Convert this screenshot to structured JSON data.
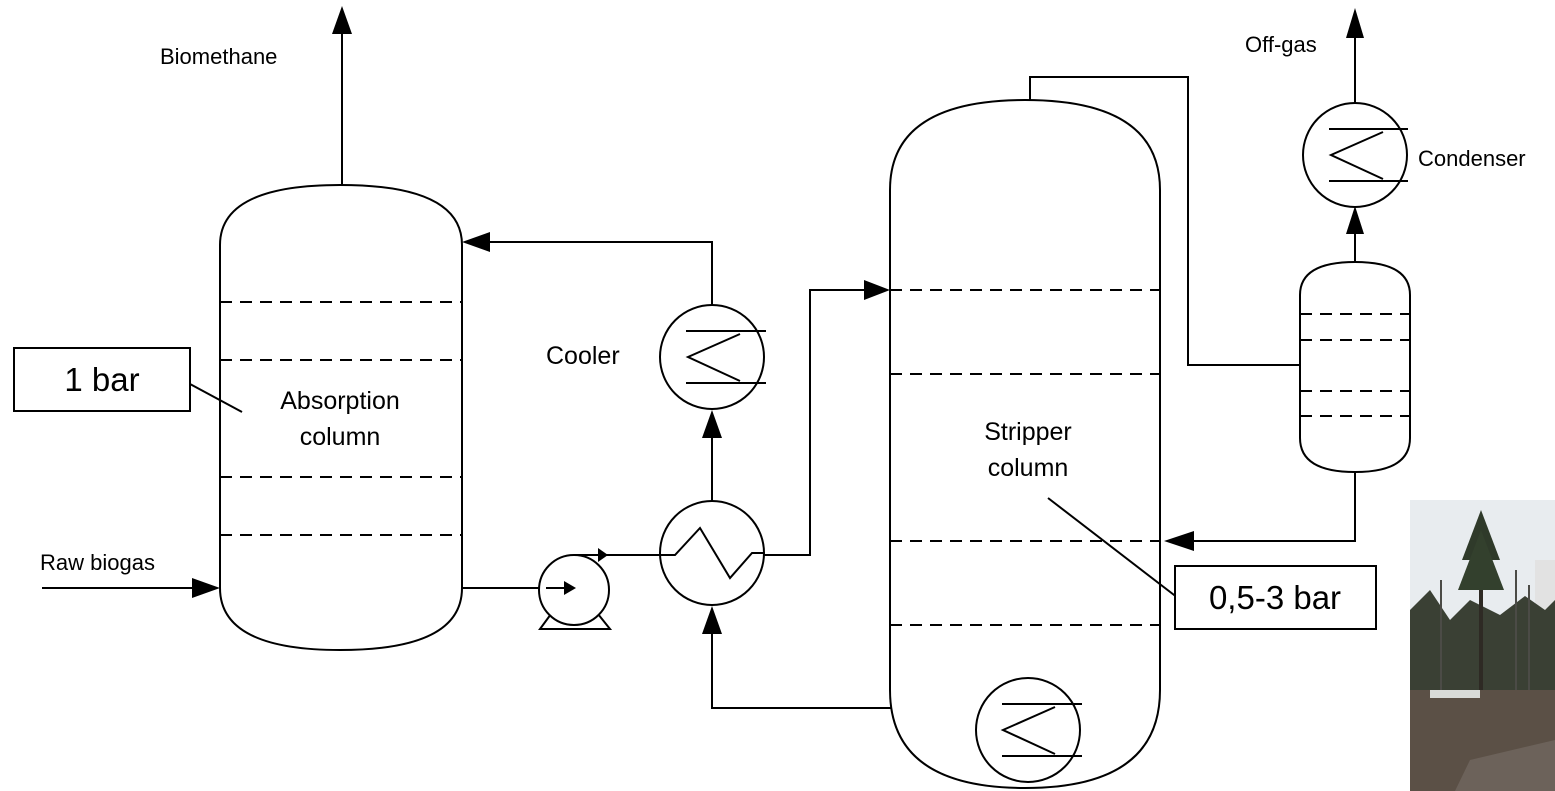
{
  "labels": {
    "biomethane": "Biomethane",
    "off_gas": "Off-gas",
    "condenser": "Condenser",
    "cooler": "Cooler",
    "raw_biogas": "Raw biogas",
    "absorption_line1": "Absorption",
    "absorption_line2": "column",
    "stripper_line1": "Stripper",
    "stripper_line2": "column",
    "pressure_absorber": "1 bar",
    "pressure_stripper": "0,5-3 bar"
  },
  "photo": {
    "description_icon": "photo-thumbnail",
    "colors": {
      "sky": "#e8ecef",
      "trees": "#3a4034",
      "ground": "#5b5046",
      "building": "#e6e6e6"
    }
  }
}
